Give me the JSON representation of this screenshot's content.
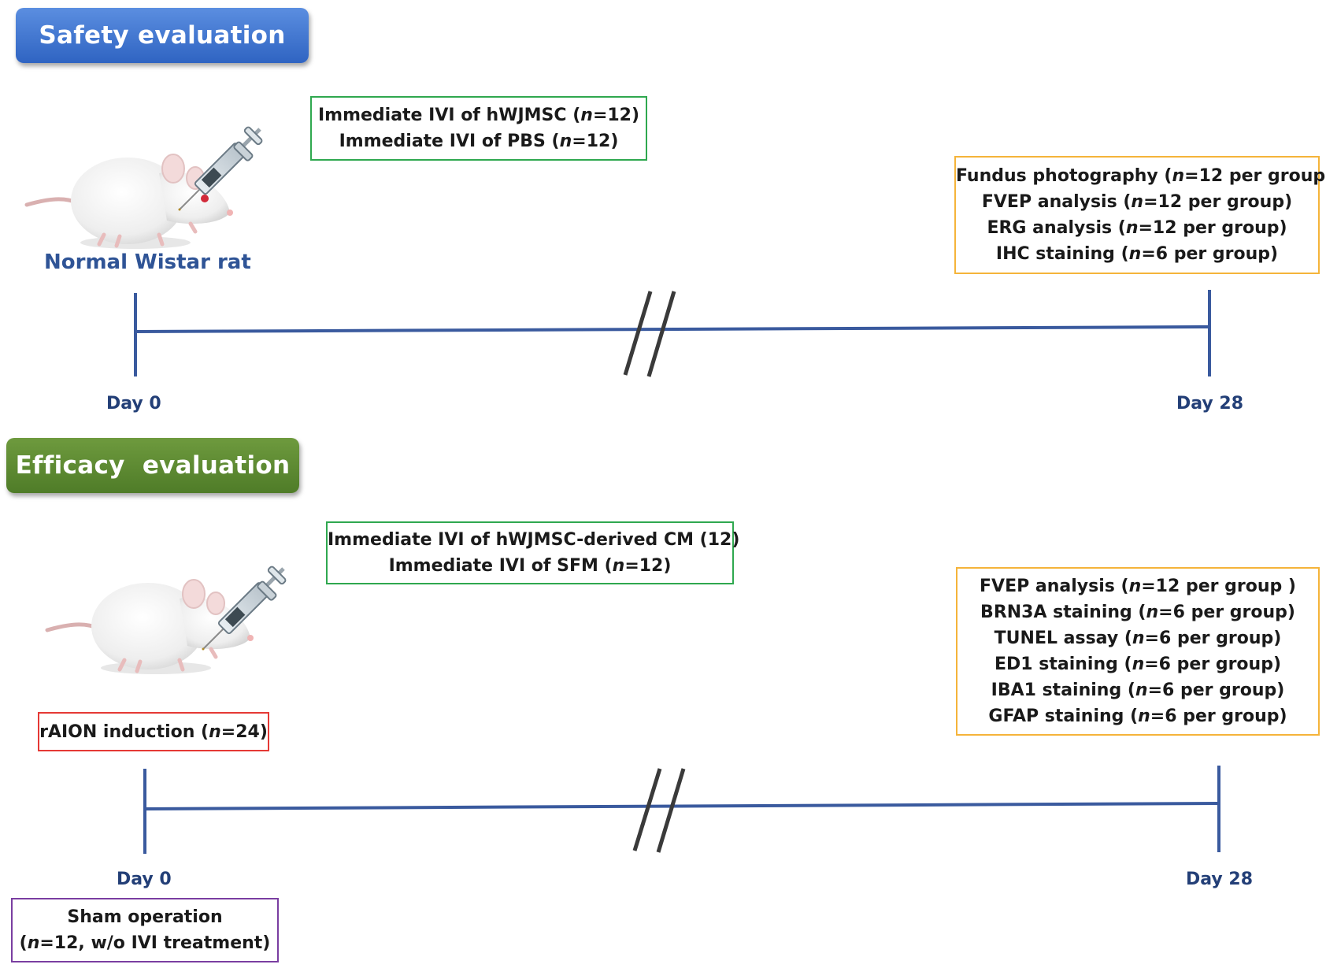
{
  "safety": {
    "title": "Safety evaluation",
    "rat_label": "Normal Wistar rat",
    "treatment": [
      {
        "pre": "Immediate IVI of hWJMSC (",
        "n": "n",
        "post": "=12)"
      },
      {
        "pre": "Immediate IVI of PBS (",
        "n": "n",
        "post": "=12)"
      }
    ],
    "outcomes": [
      {
        "pre": "Fundus photography (",
        "n": "n",
        "post": "=12 per group)"
      },
      {
        "pre": "FVEP analysis (",
        "n": "n",
        "post": "=12 per group)"
      },
      {
        "pre": "ERG analysis (",
        "n": "n",
        "post": "=12 per group)"
      },
      {
        "pre": "IHC staining (",
        "n": "n",
        "post": "=6 per group)"
      }
    ],
    "day_start": "Day 0",
    "day_end": "Day 28"
  },
  "efficacy": {
    "title": "Efficacy  evaluation",
    "treatment": [
      {
        "pre": "Immediate IVI of hWJMSC-derived CM (12)",
        "n": "",
        "post": ""
      },
      {
        "pre": "Immediate IVI of SFM (",
        "n": "n",
        "post": "=12)"
      }
    ],
    "induction": {
      "pre": "rAION induction (",
      "n": "n",
      "post": "=24)"
    },
    "outcomes": [
      {
        "pre": "FVEP analysis (",
        "n": "n",
        "post": "=12 per group )"
      },
      {
        "pre": "BRN3A staining (",
        "n": "n",
        "post": "=6 per group)"
      },
      {
        "pre": "TUNEL assay (",
        "n": "n",
        "post": "=6 per group)"
      },
      {
        "pre": "ED1 staining (",
        "n": "n",
        "post": "=6 per group)"
      },
      {
        "pre": "IBA1 staining (",
        "n": "n",
        "post": "=6 per group)"
      },
      {
        "pre": "GFAP staining (",
        "n": "n",
        "post": "=6 per group)"
      }
    ],
    "sham": [
      {
        "pre": "Sham operation",
        "n": "",
        "post": ""
      },
      {
        "pre": "(",
        "n": "n",
        "post": "=12, w/o IVI treatment)"
      }
    ],
    "day_start": "Day 0",
    "day_end": "Day 28"
  },
  "colors": {
    "timeline": "#3a5a9e",
    "safety_badge": "#3f74d0",
    "efficacy_badge": "#5a8a30",
    "treatment_border": "#2fa84f",
    "outcome_border": "#f5b43a",
    "induction_border": "#e53935",
    "sham_border": "#7a3ea1"
  },
  "icons": [
    "rat-icon",
    "syringe-icon",
    "timeline-break-icon"
  ]
}
